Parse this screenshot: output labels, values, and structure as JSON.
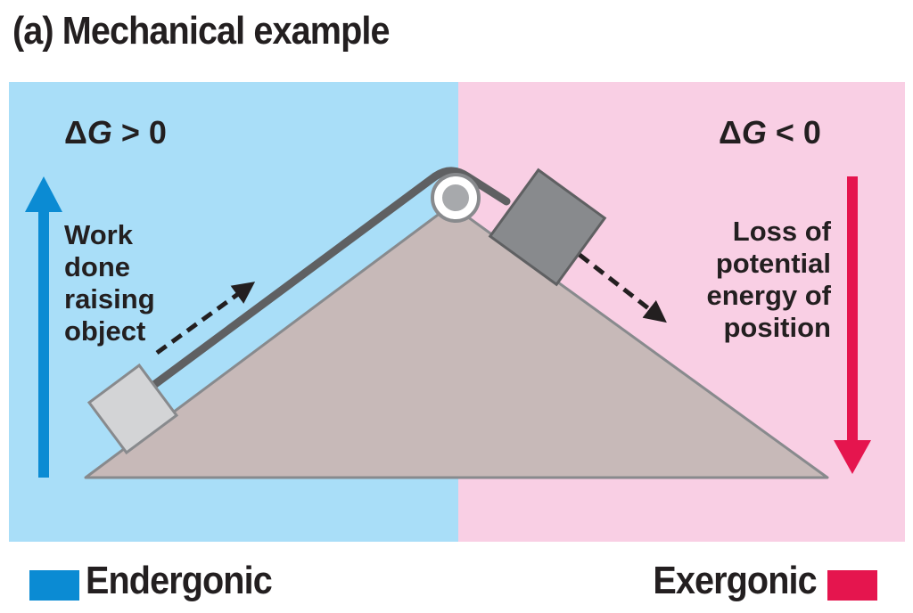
{
  "title": "(a) Mechanical example",
  "left_panel": {
    "delta_g": {
      "symbol": "Δ",
      "variable": "G",
      "relation": " > 0"
    },
    "label": "Work\ndone\nraising\nobject",
    "color": "#a9def8",
    "arrow_color": "#0b8bd3"
  },
  "right_panel": {
    "delta_g": {
      "symbol": "Δ",
      "variable": "G",
      "relation": " < 0"
    },
    "label": "Loss of\npotential\nenergy of\nposition",
    "color": "#f9cfe4",
    "arrow_color": "#e5154e"
  },
  "legend": {
    "endergonic": {
      "label": "Endergonic",
      "color": "#0b8bd3"
    },
    "exergonic": {
      "label": "Exergonic",
      "color": "#e5154e"
    }
  },
  "scene": {
    "ramp_color": "#c7b9b8",
    "rope_color": "#5f6062",
    "light_block_color": "#d3d4d6",
    "dark_block_color": "#888a8d",
    "pulley_color": "#a7a9ac",
    "icons": [
      "up-arrow-icon",
      "down-arrow-icon",
      "pulley-icon",
      "dashed-arrow-icon"
    ]
  }
}
